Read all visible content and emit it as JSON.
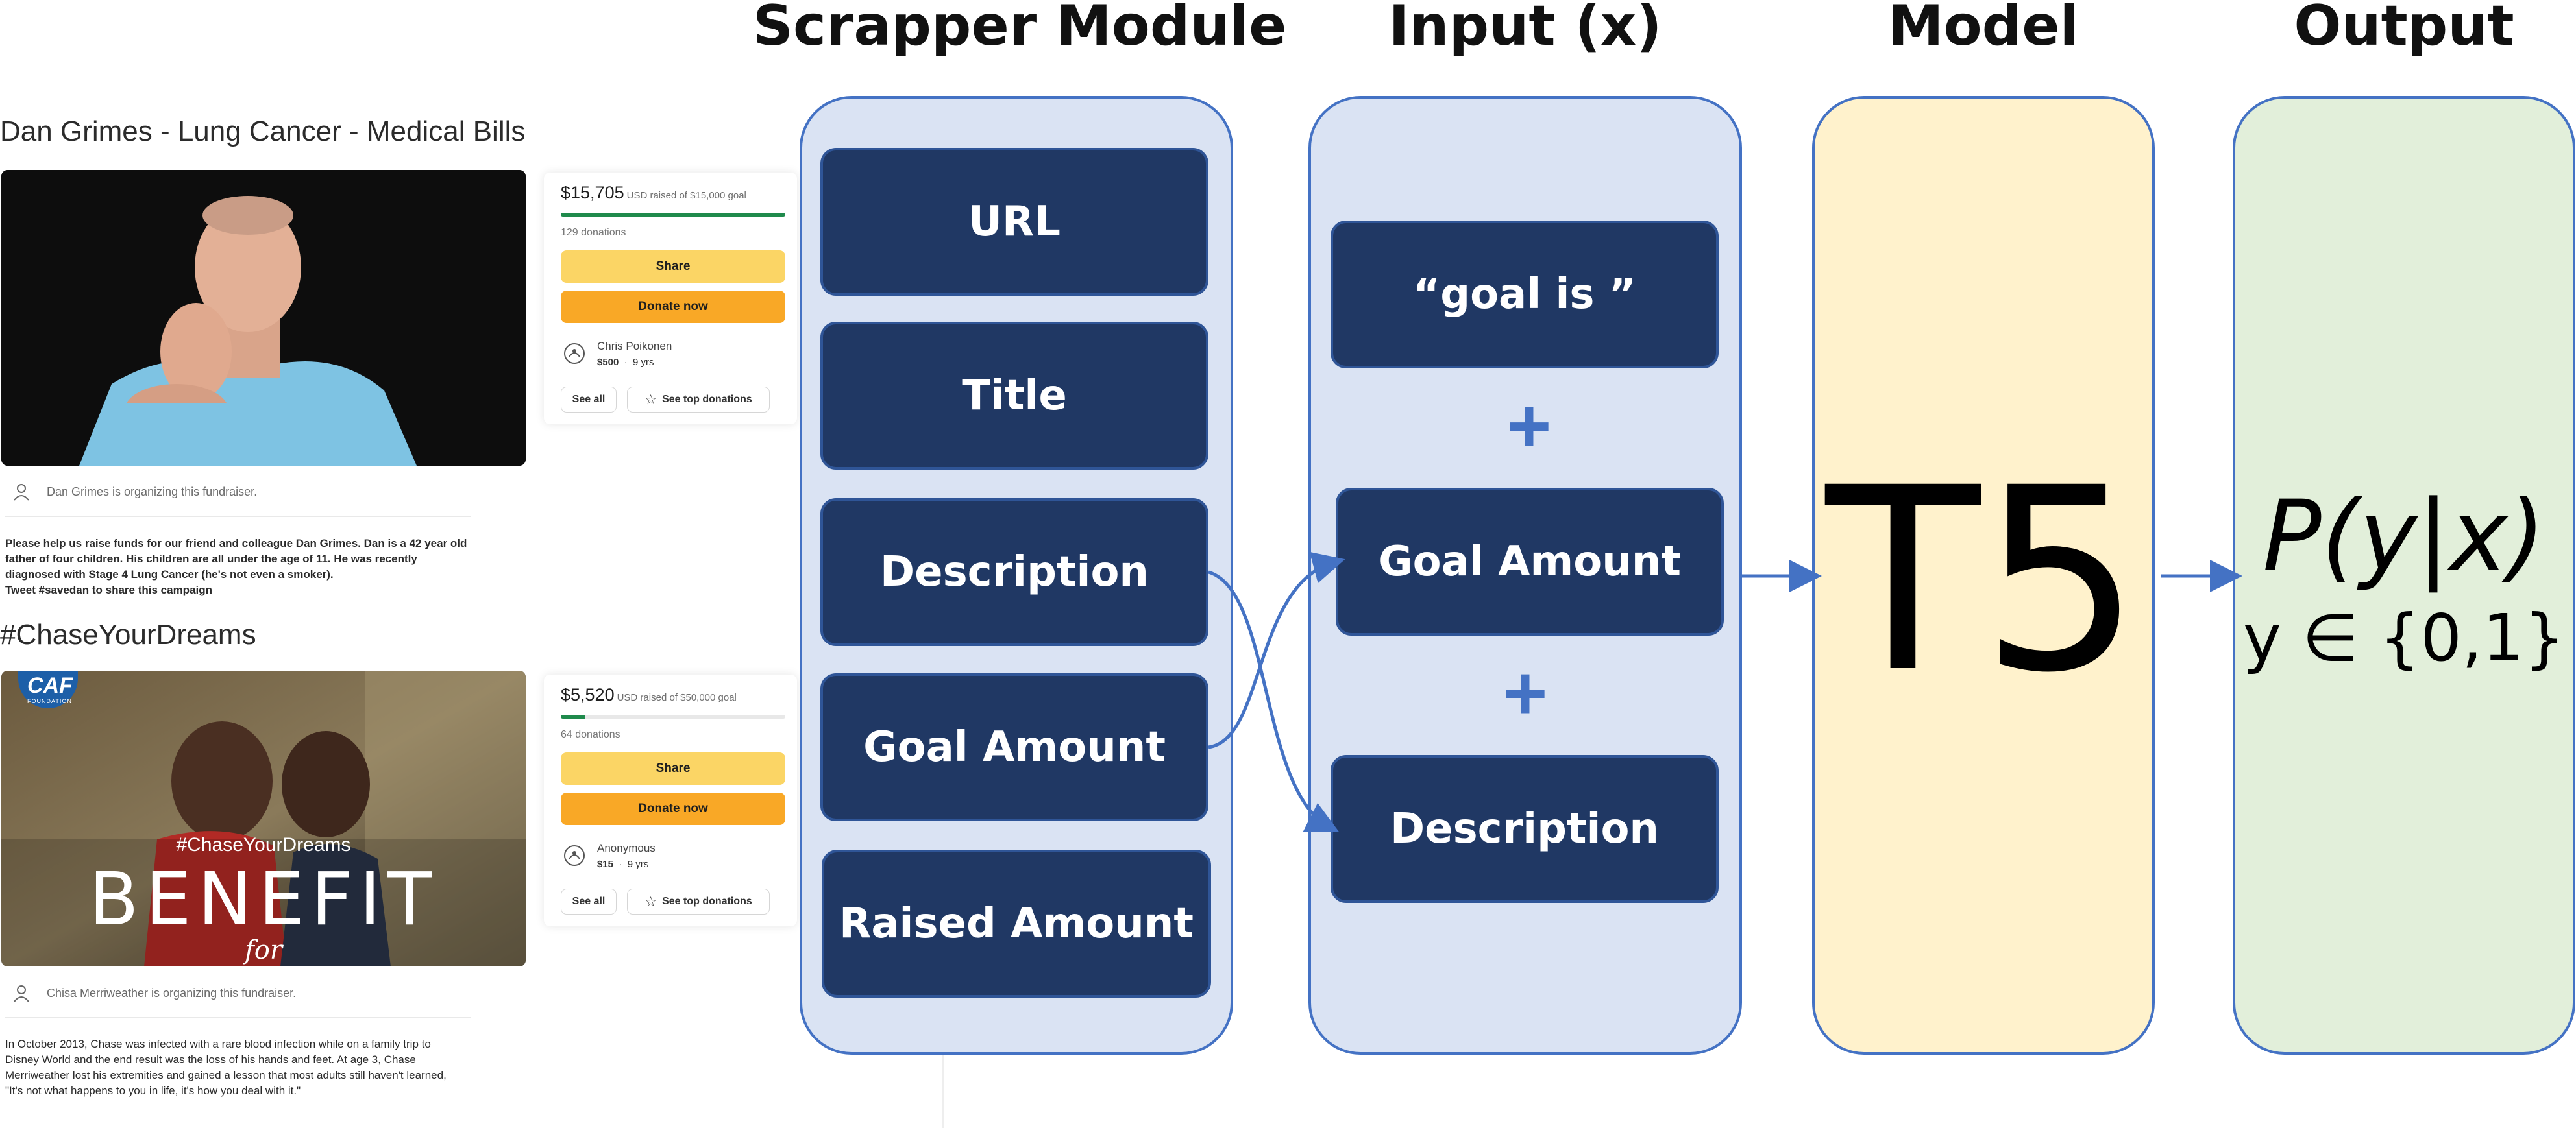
{
  "fundraisers": [
    {
      "title": "Dan Grimes - Lung Cancer - Medical Bills",
      "raised": "$15,705",
      "goal": "USD raised of $15,000 goal",
      "progress": 1.0,
      "donations": "129 donations",
      "share_label": "Share",
      "donate_label": "Donate now",
      "donor_name": "Chris Poikonen",
      "donor_amount": "$500",
      "donor_time": "9 yrs",
      "see_all_label": "See all",
      "see_top_label": "See top donations",
      "organizer": "Dan Grimes is organizing this fundraiser.",
      "description": [
        "Please help us raise funds for our friend and colleague Dan Grimes. Dan is a 42 year old",
        "father of four children. His children are all under the age of 11. He was recently",
        "diagnosed with Stage 4 Lung Cancer (he's not even a smoker).",
        "Tweet #savedan to share this campaign"
      ]
    },
    {
      "title": "#ChaseYourDreams",
      "raised": "$5,520",
      "goal": "USD raised of $50,000 goal",
      "progress": 0.11,
      "donations": "64 donations",
      "share_label": "Share",
      "donate_label": "Donate now",
      "donor_name": "Anonymous",
      "donor_amount": "$15",
      "donor_time": "9 yrs",
      "see_all_label": "See all",
      "see_top_label": "See top donations",
      "organizer": "Chisa Merriweather is organizing this fundraiser.",
      "image_text": {
        "logo": "CAF",
        "logo_sub": "FOUNDATION",
        "hashtag": "#ChaseYourDreams",
        "headline": "BENEFIT",
        "sub": "for"
      },
      "description": [
        "In October 2013, Chase was infected with a rare blood infection while on a family trip to",
        "Disney World and the end result was the loss of his hands and feet. At age 3, Chase",
        "Merriweather lost his extremities and gained a lesson that most adults still haven't learned,",
        "\"It's not what happens to you in life, it's how you deal with it.\""
      ]
    }
  ],
  "diagram": {
    "scrapper": {
      "title": "Scrapper Module",
      "items": [
        "URL",
        "Title",
        "Description",
        "Goal Amount",
        "Raised Amount"
      ]
    },
    "input": {
      "title": "Input (x)",
      "items": [
        "“goal is ”",
        "Goal Amount",
        "Description"
      ],
      "plus": "+"
    },
    "model": {
      "title": "Model",
      "name": "T5"
    },
    "output": {
      "title": "Output",
      "formula": "P(y|x)",
      "set": "y ∈ {0,1}"
    }
  },
  "colors": {
    "panel_blue": "#dae3f3",
    "panel_yellow": "#fff2cc",
    "panel_green": "#e2efda",
    "box_fill": "#203864",
    "accent": "#4472c4"
  }
}
